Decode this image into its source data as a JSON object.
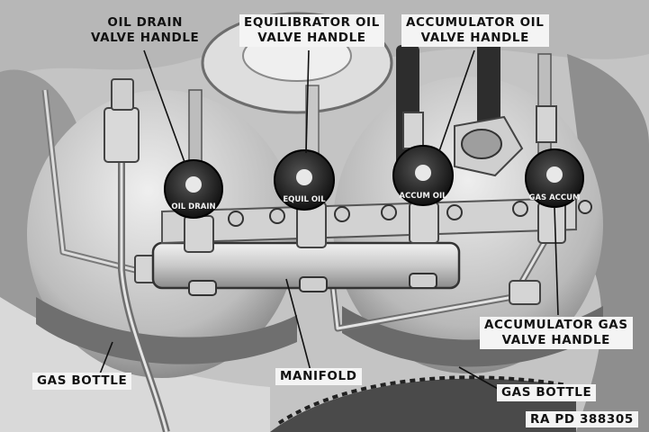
{
  "labels": {
    "oil_drain_valve_handle": "OIL DRAIN\nVALVE HANDLE",
    "equilibrator_oil_valve_handle": "EQUILIBRATOR OIL\nVALVE HANDLE",
    "accumulator_oil_valve_handle": "ACCUMULATOR OIL\nVALVE HANDLE",
    "accumulator_gas_valve_handle": "ACCUMULATOR GAS\nVALVE HANDLE",
    "gas_bottle_left": "GAS BOTTLE",
    "gas_bottle_right": "GAS BOTTLE",
    "manifold": "MANIFOLD"
  },
  "valve_dial_text": {
    "oil_drain": "OIL DRAIN",
    "equilibrator_oil": "EQUIL OIL",
    "accumulator_oil": "ACCUM OIL",
    "accumulator_gas": "GAS ACCUM"
  },
  "reference_number": "RA PD 388305",
  "colors": {
    "background": "#cfcfcf",
    "metal_light": "#e6e6e6",
    "metal_mid": "#a9a9a9",
    "metal_dark": "#3a3a3a",
    "label_bg": "#f4f4f4"
  }
}
